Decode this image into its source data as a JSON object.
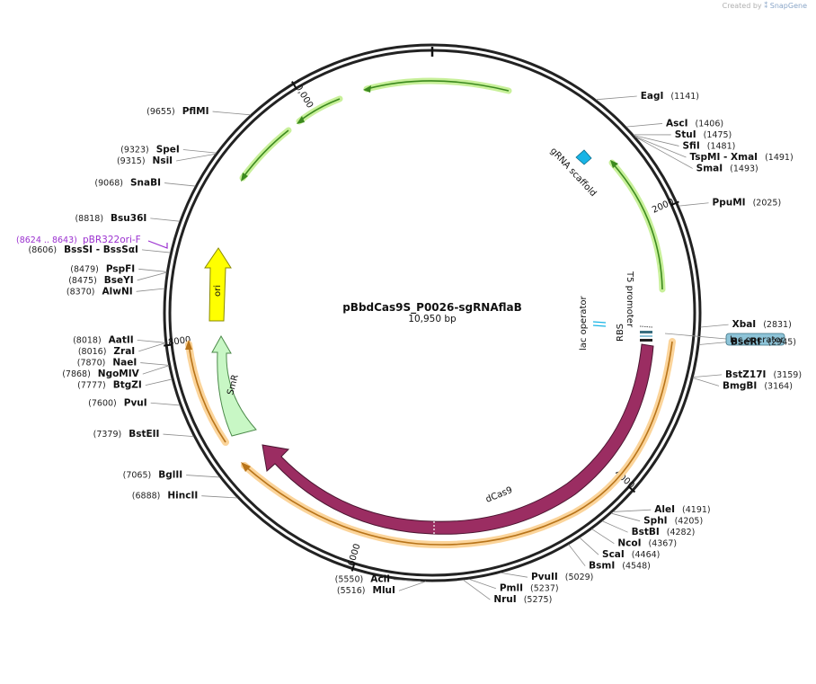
{
  "credit": {
    "text": "Created by",
    "brand": "SnapGene"
  },
  "plasmid": {
    "name": "pBbdCas9S_P0026-sgRNAflaB",
    "length_label": "10,950 bp",
    "length": 10950
  },
  "ticks": [
    {
      "bp": 2000,
      "label": "2000"
    },
    {
      "bp": 4000,
      "label": "4000"
    },
    {
      "bp": 6000,
      "label": "6000"
    },
    {
      "bp": 8000,
      "label": "8000"
    },
    {
      "bp": 10000,
      "label": "10,000"
    }
  ],
  "sites": [
    {
      "name": "EagI",
      "pos": "(1141)",
      "bp": 1141
    },
    {
      "name": "AscI",
      "pos": "(1406)",
      "bp": 1406
    },
    {
      "name": "StuI",
      "pos": "(1475)",
      "bp": 1475
    },
    {
      "name": "SfiI",
      "pos": "(1481)",
      "bp": 1481
    },
    {
      "name": "TspMI  - XmaI",
      "pos": "(1491)",
      "bp": 1491
    },
    {
      "name": "SmaI",
      "pos": "(1493)",
      "bp": 1493
    },
    {
      "name": "PpuMI",
      "pos": "(2025)",
      "bp": 2025
    },
    {
      "name": "XbaI",
      "pos": "(2831)",
      "bp": 2831
    },
    {
      "name": "BseRI",
      "pos": "(2945)",
      "bp": 2945
    },
    {
      "name": "BstZ17I",
      "pos": "(3159)",
      "bp": 3159
    },
    {
      "name": "BmgBI",
      "pos": "(3164)",
      "bp": 3164
    },
    {
      "name": "AleI",
      "pos": "(4191)",
      "bp": 4191
    },
    {
      "name": "SphI",
      "pos": "(4205)",
      "bp": 4205
    },
    {
      "name": "BstBI",
      "pos": "(4282)",
      "bp": 4282
    },
    {
      "name": "NcoI",
      "pos": "(4367)",
      "bp": 4367
    },
    {
      "name": "ScaI",
      "pos": "(4464)",
      "bp": 4464
    },
    {
      "name": "BsmI",
      "pos": "(4548)",
      "bp": 4548
    },
    {
      "name": "PvuII",
      "pos": "(5029)",
      "bp": 5029
    },
    {
      "name": "PmlI",
      "pos": "(5237)",
      "bp": 5237
    },
    {
      "name": "NruI",
      "pos": "(5275)",
      "bp": 5275
    },
    {
      "name": "MluI",
      "pos": "(5516)",
      "bp": 5516
    },
    {
      "name": "AclI",
      "pos": "(5550)",
      "bp": 5550
    },
    {
      "name": "HincII",
      "pos": "(6888)",
      "bp": 6888
    },
    {
      "name": "BglII",
      "pos": "(7065)",
      "bp": 7065
    },
    {
      "name": "BstEII",
      "pos": "(7379)",
      "bp": 7379
    },
    {
      "name": "PvuI",
      "pos": "(7600)",
      "bp": 7600
    },
    {
      "name": "BtgZI",
      "pos": "(7777)",
      "bp": 7777
    },
    {
      "name": "NgoMIV",
      "pos": "(7868)",
      "bp": 7868
    },
    {
      "name": "NaeI",
      "pos": "(7870)",
      "bp": 7870
    },
    {
      "name": "ZraI",
      "pos": "(8016)",
      "bp": 8016
    },
    {
      "name": "AatII",
      "pos": "(8018)",
      "bp": 8018
    },
    {
      "name": "AlwNI",
      "pos": "(8370)",
      "bp": 8370
    },
    {
      "name": "BseYI",
      "pos": "(8475)",
      "bp": 8475
    },
    {
      "name": "PspFI",
      "pos": "(8479)",
      "bp": 8479
    },
    {
      "name": "BssSI  - BssSαI",
      "pos": "(8606)",
      "bp": 8606
    },
    {
      "name": "Bsu36I",
      "pos": "(8818)",
      "bp": 8818
    },
    {
      "name": "SnaBI",
      "pos": "(9068)",
      "bp": 9068
    },
    {
      "name": "NsiI",
      "pos": "(9315)",
      "bp": 9315
    },
    {
      "name": "SpeI",
      "pos": "(9323)",
      "bp": 9323
    },
    {
      "name": "PflMI",
      "pos": "(9655)",
      "bp": 9655
    }
  ],
  "primer": {
    "name": "pBR322ori-F",
    "pos": "(8624 .. 8643)",
    "color": "#9b30d0"
  },
  "features": {
    "gRNA_scaffold": {
      "label": "gRNA scaffold",
      "color": "#18b4e6"
    },
    "T5_promoter": {
      "label": "T5 promoter"
    },
    "lac_operator_left": {
      "label": "lac operator"
    },
    "RBS": {
      "label": "RBS"
    },
    "lac_operator_box": {
      "label": "lac operator",
      "color": "#8ec4d8"
    },
    "dCas9": {
      "label": "dCas9",
      "color": "#9b2d62"
    },
    "SmR": {
      "label": "SmR",
      "color": "#c8f7c5"
    },
    "ori": {
      "label": "ori",
      "color": "#ffff00"
    }
  },
  "colors": {
    "green_arc": "#3c8a1e",
    "green_glow": "#c8f09a",
    "orange_arc": "#b8741a",
    "orange_glow": "#fbd49a",
    "backbone": "#222222"
  }
}
